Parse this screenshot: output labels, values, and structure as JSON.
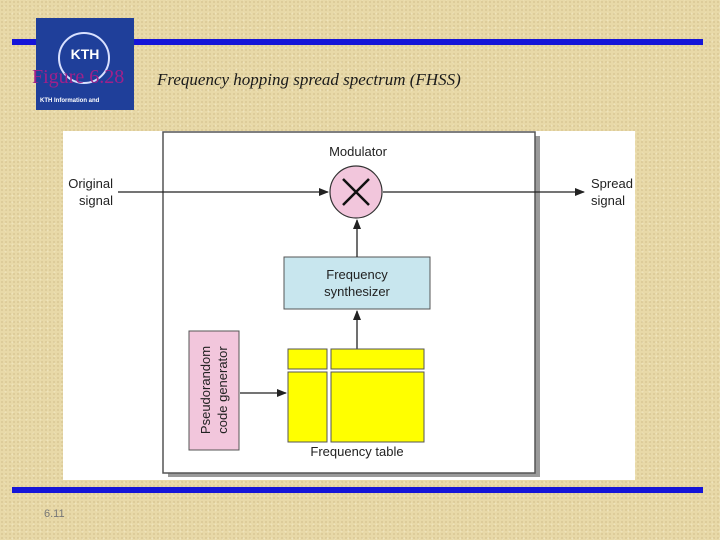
{
  "header": {
    "logo_text": "KTH",
    "logo_sub": "KTH Information and",
    "figure_number": "Figure 6.28",
    "figure_title": "Frequency hopping spread spectrum (FHSS)"
  },
  "diagram": {
    "modulator": "Modulator",
    "original_line1": "Original",
    "original_line2": "signal",
    "spread_line1": "Spread",
    "spread_line2": "signal",
    "synth_line1": "Frequency",
    "synth_line2": "synthesizer",
    "pn_line1": "Pseudorandom",
    "pn_line2": "code generator",
    "table_label": "Frequency table"
  },
  "footer": {
    "slide_number": "6.11"
  },
  "colors": {
    "bar": "#1515d8",
    "modulator_fill": "#f2c6dc",
    "synth_fill": "#c8e6ee",
    "table_fill": "#ffff00",
    "pn_fill": "#f2c6dc"
  }
}
